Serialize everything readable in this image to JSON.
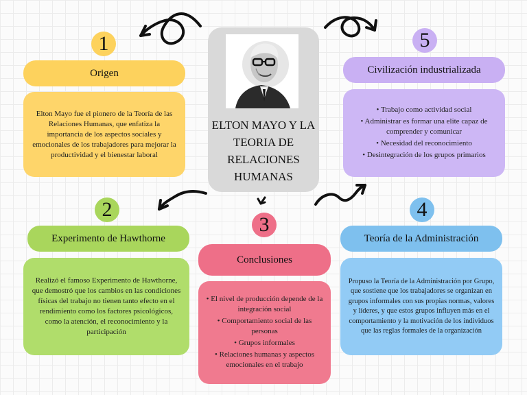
{
  "center": {
    "title": "ELTON MAYO Y LA TEORIA DE RELACIONES HUMANAS"
  },
  "sections": [
    {
      "number": "1",
      "title": "Origen",
      "text": "Elton Mayo fue el pionero de la Teoría de las Relaciones Humanas, que enfatiza la importancia de los aspectos sociales y emocionales de los trabajadores para mejorar la productividad y el bienestar laboral"
    },
    {
      "number": "2",
      "title": "Experimento de Hawthorne",
      "text": "Realizó el famoso Experimento de Hawthorne, que demostró que los cambios en las condiciones físicas del trabajo no tienen tanto efecto en el rendimiento como los factores psicológicos, como la atención, el reconocimiento y la participación"
    },
    {
      "number": "3",
      "title": "Conclusiones",
      "bullets": [
        "El nivel de producción depende de la integración social",
        "Comportamiento social de las personas",
        "Grupos informales",
        "Relaciones humanas y aspectos emocionales en el trabajo"
      ]
    },
    {
      "number": "4",
      "title": "Teoría de la Administración",
      "text": "Propuso la Teoría de la Administración por Grupo, que sostiene que los trabajadores se organizan en grupos informales con sus propias normas, valores y líderes, y que estos grupos influyen más en el comportamiento y la motivación de los individuos que las reglas formales de la organización"
    },
    {
      "number": "5",
      "title": "Civilización industrializada",
      "bullets": [
        "Trabajo como actividad social",
        "Administrar es formar una elite capaz de comprender y comunicar",
        "Necesidad del reconocimiento",
        "Desintegración de los grupos primarios"
      ]
    }
  ],
  "colors": {
    "yellow_strong": "#fdd25d",
    "yellow_light": "#fed56a",
    "green_strong": "#a9d65c",
    "green_light": "#b0dd6b",
    "pink_strong": "#ee6f88",
    "pink_light": "#f07a8f",
    "blue_strong": "#7ec0ee",
    "blue_light": "#92cbf5",
    "purple_strong": "#c9b0f3",
    "purple_light": "#cdb7f5",
    "center_bg": "#d9d9d9"
  }
}
